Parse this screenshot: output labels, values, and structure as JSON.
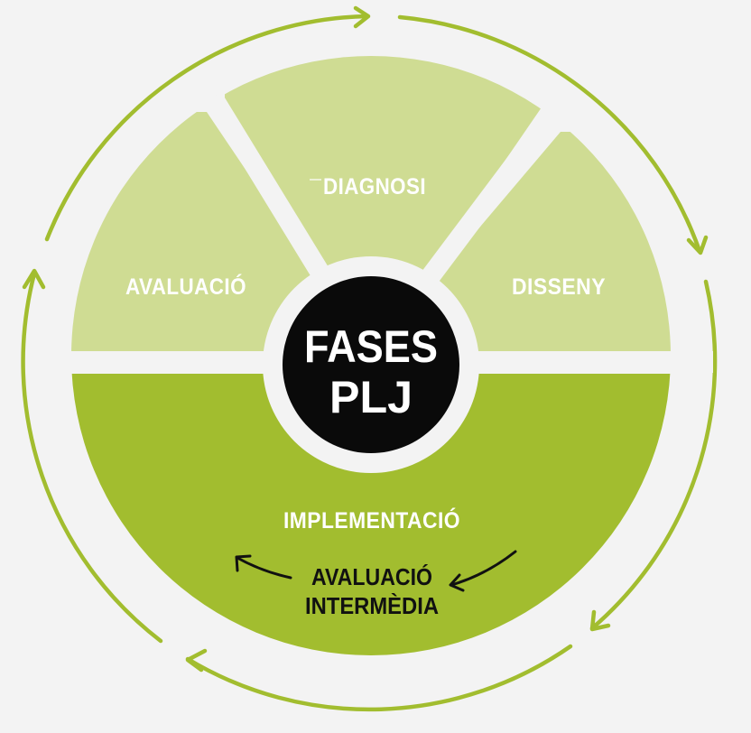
{
  "center": {
    "line1": "FASES",
    "line2": "PLJ"
  },
  "phases": {
    "diagnosi": "DIAGNOSI",
    "disseny": "DISSENY",
    "avaluacio": "AVALUACIÓ",
    "implementacio": "IMPLEMENTACIÓ"
  },
  "sub_phase": {
    "line1": "AVALUACIÓ",
    "line2": "INTERMÈDIA"
  },
  "colors": {
    "background": "#f3f3f3",
    "light_green": "#cfdc93",
    "dark_green": "#a2bd2f",
    "cycle_arrow": "#a2bd2f",
    "center_circle": "#0a0a0a",
    "sub_arrow": "#111111"
  },
  "icons": [
    "cycle-arrow-icon",
    "curved-arrow-icon"
  ]
}
